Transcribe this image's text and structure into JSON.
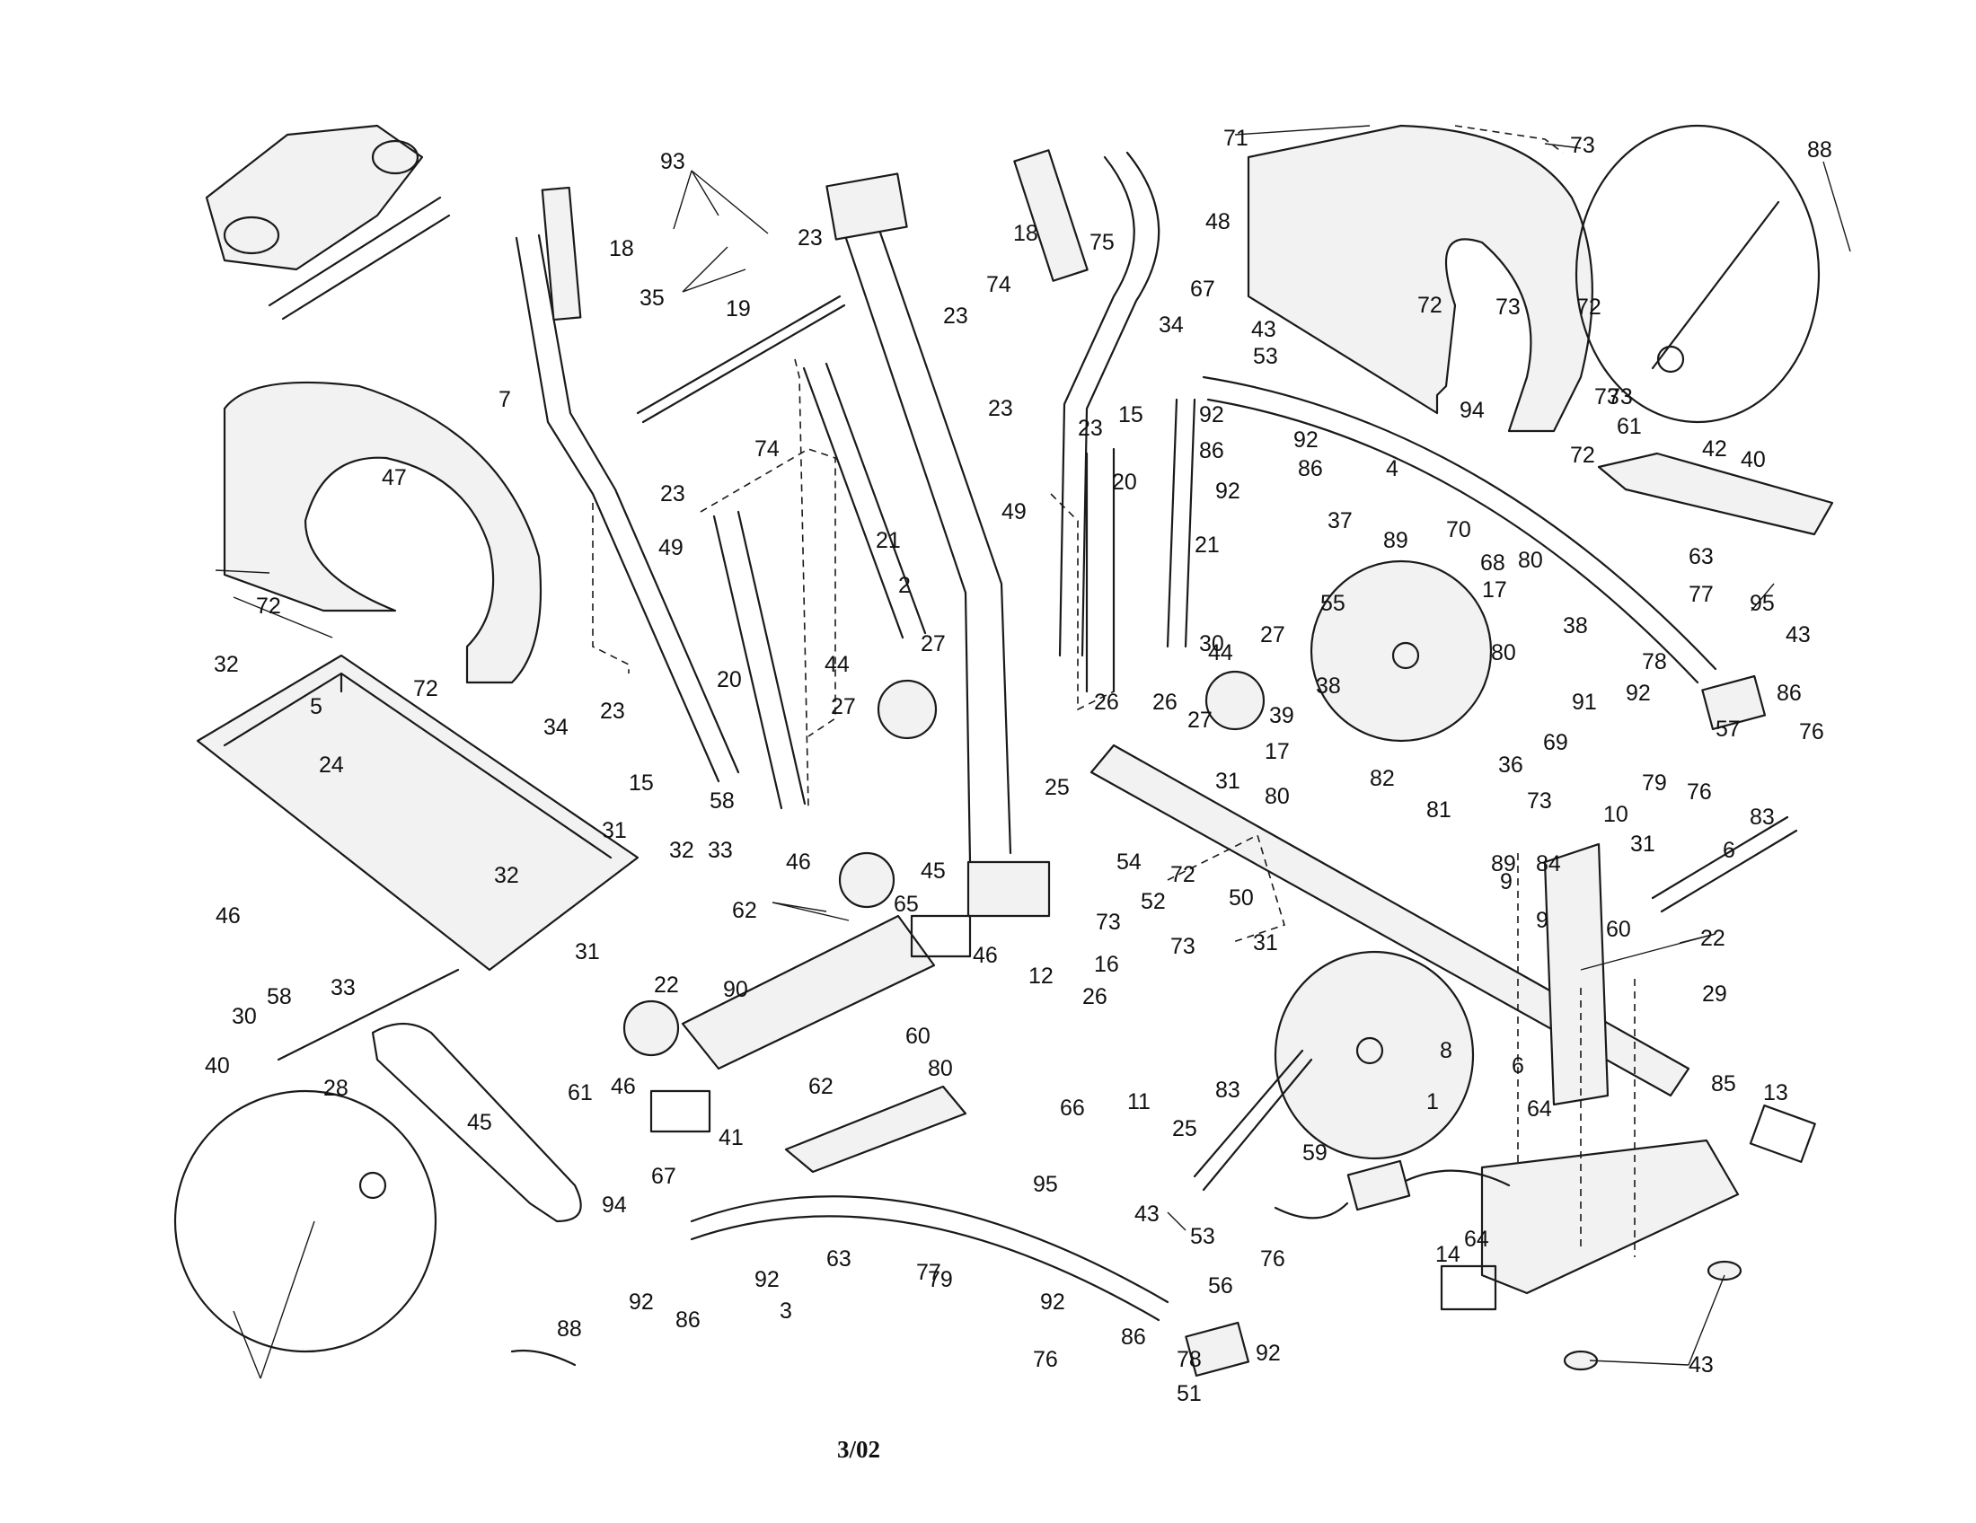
{
  "date_stamp": "3/02",
  "callouts": [
    "93",
    "35",
    "18",
    "23",
    "19",
    "74",
    "7",
    "47",
    "72",
    "72",
    "72",
    "32",
    "5",
    "24",
    "34",
    "15",
    "23",
    "23",
    "49",
    "20",
    "21",
    "2",
    "44",
    "27",
    "27",
    "18",
    "74",
    "75",
    "23",
    "34",
    "23",
    "15",
    "23",
    "49",
    "20",
    "21",
    "71",
    "48",
    "73",
    "73",
    "72",
    "73",
    "88",
    "67",
    "43",
    "53",
    "92",
    "92",
    "86",
    "92",
    "86",
    "94",
    "4",
    "73",
    "72",
    "61",
    "42",
    "40",
    "37",
    "89",
    "70",
    "68",
    "80",
    "17",
    "38",
    "55",
    "27",
    "44",
    "26",
    "38",
    "39",
    "17",
    "80",
    "80",
    "91",
    "69",
    "36",
    "25",
    "26",
    "27",
    "31",
    "63",
    "77",
    "95",
    "43",
    "78",
    "92",
    "86",
    "57",
    "76",
    "79",
    "76",
    "83",
    "6",
    "82",
    "81",
    "73",
    "84",
    "89",
    "9",
    "9",
    "10",
    "31",
    "54",
    "72",
    "52",
    "50",
    "73",
    "73",
    "31",
    "30",
    "58",
    "33",
    "32",
    "31",
    "31",
    "32",
    "46",
    "46",
    "45",
    "65",
    "62",
    "46",
    "22",
    "90",
    "60",
    "60",
    "22",
    "29",
    "33",
    "58",
    "30",
    "40",
    "28",
    "45",
    "46",
    "61",
    "62",
    "41",
    "80",
    "12",
    "26",
    "16",
    "66",
    "11",
    "8",
    "1",
    "6",
    "83",
    "25",
    "85",
    "64",
    "13",
    "59",
    "64",
    "14",
    "43",
    "67",
    "94",
    "95",
    "43",
    "53",
    "92",
    "92",
    "86",
    "3",
    "63",
    "77",
    "79",
    "76",
    "56",
    "92",
    "92",
    "86",
    "76",
    "78",
    "51",
    "88"
  ]
}
